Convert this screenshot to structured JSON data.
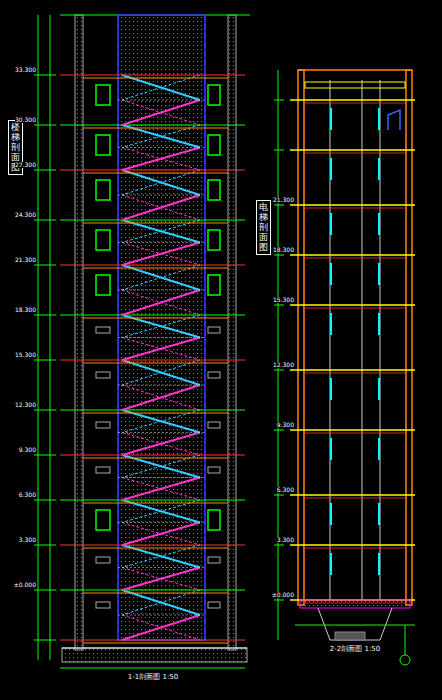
{
  "diagram": {
    "nodes": [
      {
        "text": [
          "楼梯剖面图"
        ]
      },
      {
        "text": [
          "电梯剖面图"
        ]
      }
    ],
    "labels": [
      "±0.000",
      "3.300",
      "6.300",
      "9.300",
      "12.300",
      "15.300",
      "18.300",
      "21.300",
      "24.300",
      "27.300",
      "30.300",
      "33.300",
      "±0.000",
      "3.300",
      "6.300",
      "9.300",
      "12.300",
      "15.300",
      "18.300",
      "21.300",
      "1-1剖面图 1:50",
      "2-2剖面图 1:50"
    ]
  }
}
